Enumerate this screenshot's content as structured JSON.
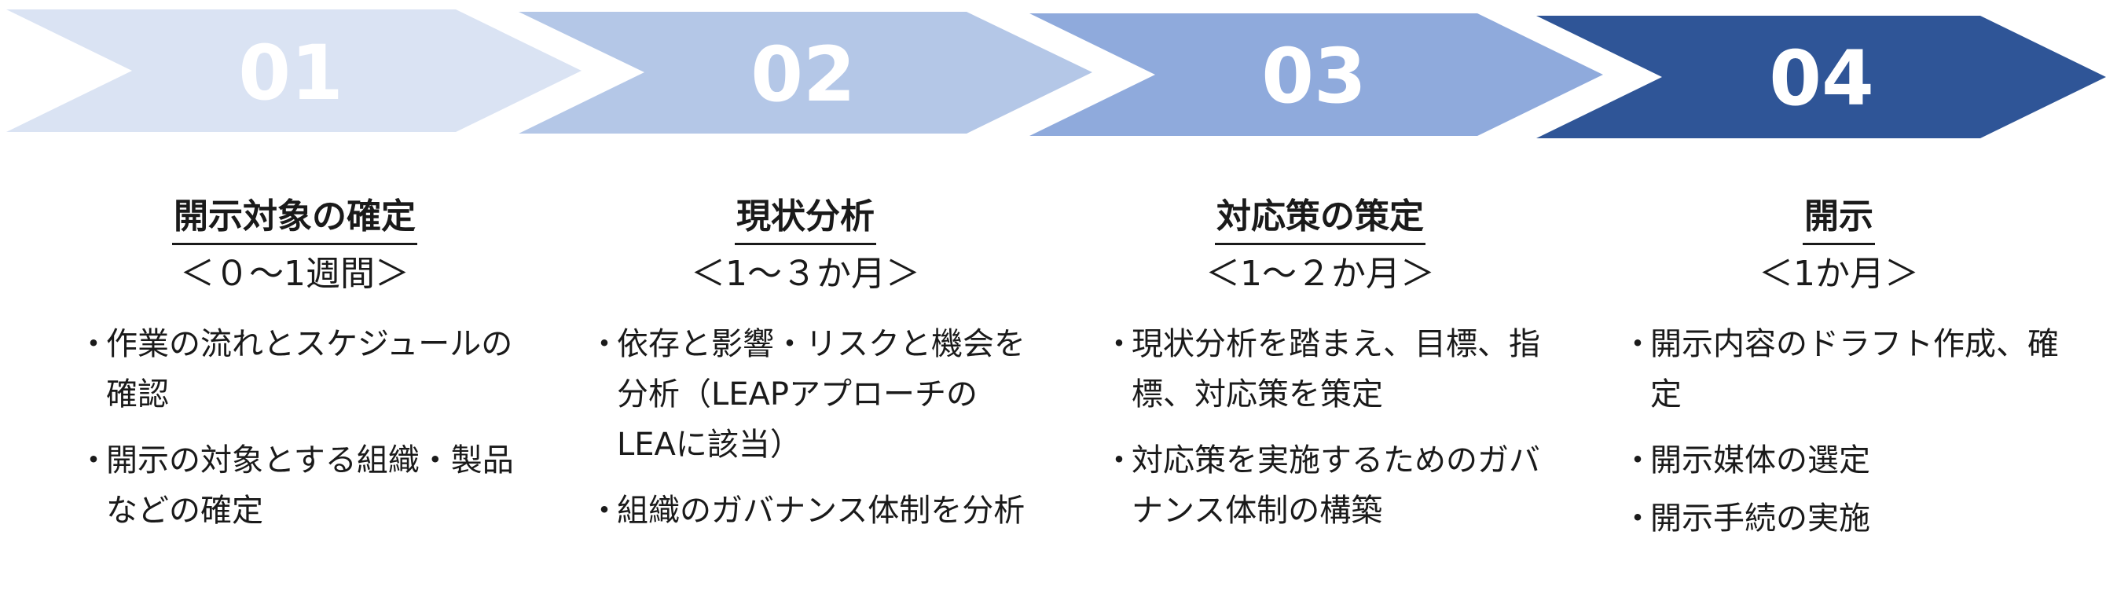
{
  "colors": {
    "arrow1": "#dae3f3",
    "arrow2": "#b4c7e7",
    "arrow3": "#8faadc",
    "arrow4": "#2f5597",
    "number_text": "#ffffff"
  },
  "steps": [
    {
      "number": "01",
      "title": "開示対象の確定",
      "duration": "＜０～1週間＞",
      "bullets": [
        "作業の流れとスケジュールの確認",
        "開示の対象とする組織・製品などの確定"
      ]
    },
    {
      "number": "02",
      "title": "現状分析",
      "duration": "＜1～３か月＞",
      "bullets": [
        "依存と影響・リスクと機会を分析（LEAPアプローチのLEAに該当）",
        "組織のガバナンス体制を分析"
      ]
    },
    {
      "number": "03",
      "title": "対応策の策定",
      "duration": "＜1～２か月＞",
      "bullets": [
        "現状分析を踏まえ、目標、指標、対応策を策定",
        "対応策を実施するためのガバナンス体制の構築"
      ]
    },
    {
      "number": "04",
      "title": "開示",
      "duration": "＜1か月＞",
      "bullets": [
        "開示内容のドラフト作成、確定",
        "開示媒体の選定",
        "開示手続の実施"
      ]
    }
  ]
}
